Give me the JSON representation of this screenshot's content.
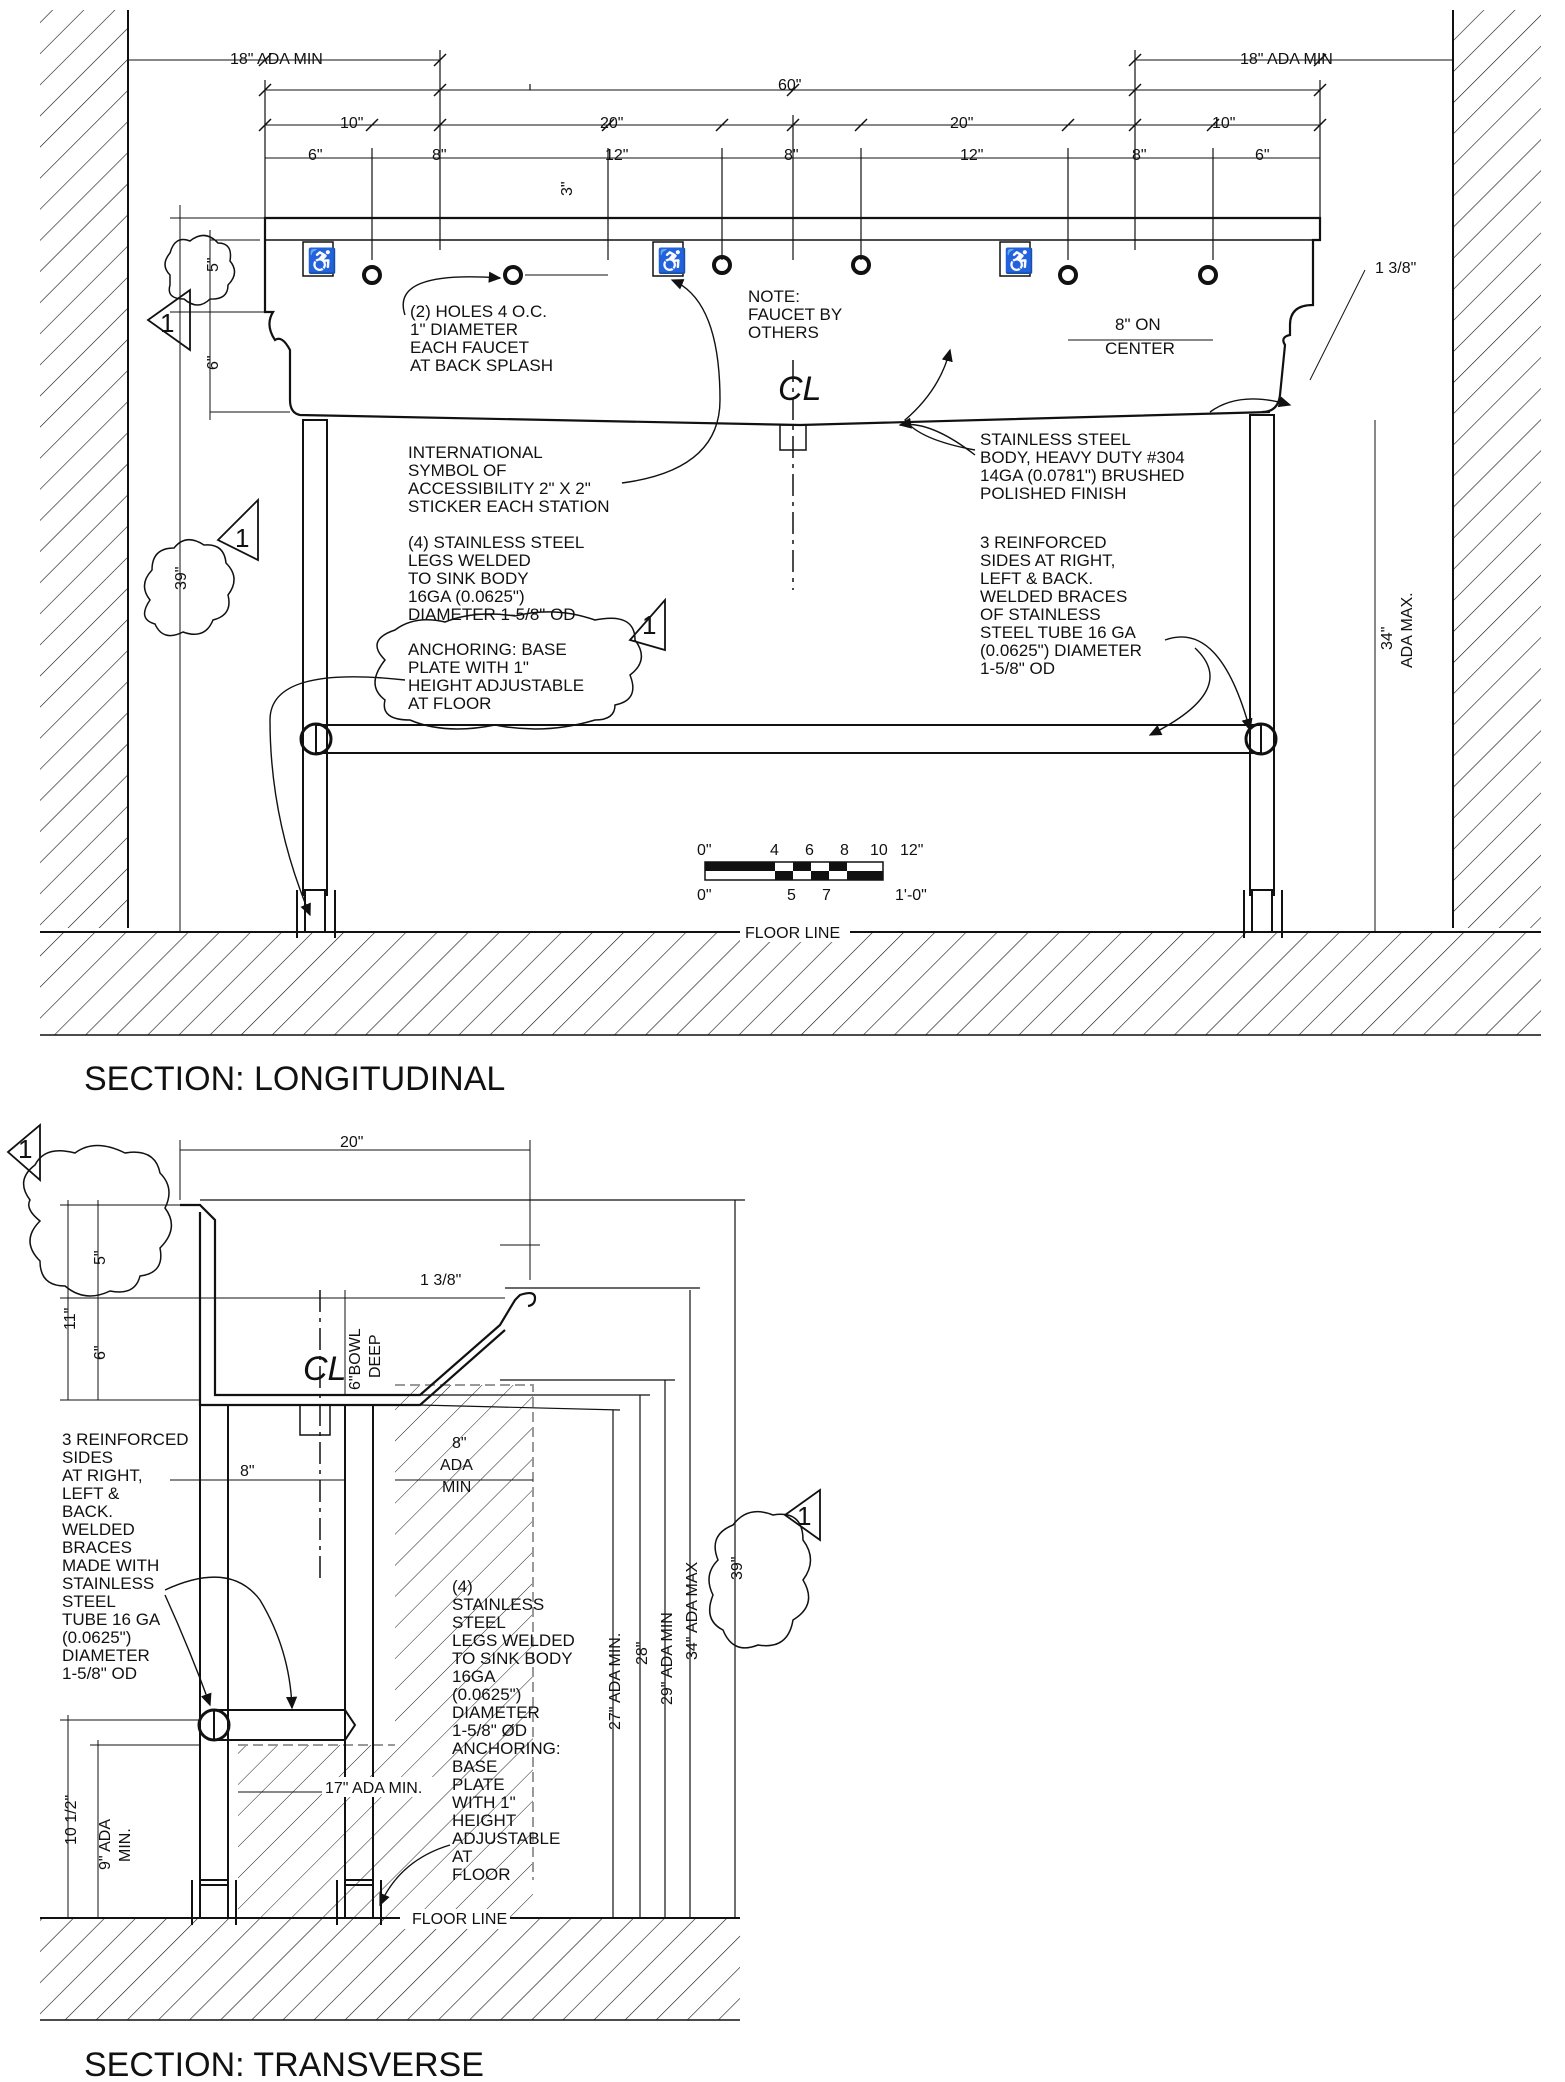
{
  "colors": {
    "line": "#111111",
    "background": "#ffffff",
    "hidden_line": "#999999"
  },
  "longitudinal": {
    "title": "SECTION: LONGITUDINAL",
    "dims": {
      "ada_min_left": "18\" ADA MIN",
      "ada_min_right": "18\" ADA MIN",
      "total": "60\"",
      "seg10_left": "10\"",
      "seg20_left": "20\"",
      "seg20_right": "20\"",
      "seg10_right": "10\"",
      "seg6_left": "6\"",
      "seg8_a": "8\"",
      "seg12_a": "12\"",
      "seg8_b": "8\"",
      "seg12_b": "12\"",
      "seg8_c": "8\"",
      "seg6_right": "6\"",
      "three": "3\"",
      "five": "5\"",
      "six": "6\"",
      "thirtynine": "39\"",
      "one_three_eighths": "1 3/8\"",
      "eight_on_center": "8\" ON\nCENTER",
      "ada_max": "34\"\nADA MAX."
    },
    "notes": {
      "holes": "(2) HOLES 4 O.C.\n1\" DIAMETER\nEACH FAUCET\nAT BACK SPLASH",
      "faucet": "NOTE:\nFAUCET BY\nOTHERS",
      "body": "STAINLESS STEEL\nBODY, HEAVY DUTY #304\n14GA (0.0781\") BRUSHED\nPOLISHED FINISH",
      "symbol": "INTERNATIONAL\nSYMBOL OF\nACCESSIBILITY 2\" X 2\"\nSTICKER EACH STATION",
      "legs": "(4) STAINLESS STEEL\nLEGS WELDED\nTO SINK BODY\n16GA (0.0625\")\nDIAMETER 1-5/8\" OD",
      "anchoring": "ANCHORING: BASE\nPLATE WITH 1\"\nHEIGHT ADJUSTABLE\nAT FLOOR",
      "braces": "3 REINFORCED\nSIDES AT RIGHT,\nLEFT & BACK.\nWELDED BRACES\nOF STAINLESS\nSTEEL TUBE 16 GA\n(0.0625\") DIAMETER\n1-5/8\" OD"
    },
    "floor_line": "FLOOR LINE",
    "scale": {
      "top": [
        "0\"",
        "4",
        "6",
        "8",
        "10",
        "12\""
      ],
      "bottom": [
        "0\"",
        "5",
        "7",
        "1'-0\""
      ]
    },
    "revision": "1",
    "centerline": "CL"
  },
  "transverse": {
    "title": "SECTION: TRANSVERSE",
    "dims": {
      "width": "20\"",
      "one_three_eighths": "1 3/8\"",
      "five": "5\"",
      "six": "6\"",
      "eleven": "11\"",
      "bowl_deep": "6\"BOWL\nDEEP",
      "eight": "8\"",
      "eight_ada": "8\"\nADA\nMIN",
      "seventeen": "17\" ADA MIN.",
      "ten_half": "10 1/2\"",
      "nine_ada": "9\" ADA\nMIN.",
      "twentyseven": "27\" ADA MIN.",
      "twentyeight": "28\"",
      "twentynine": "29\" ADA MIN",
      "thirtyfour": "34\" ADA MAX",
      "thirtynine": "39\""
    },
    "notes": {
      "braces": "3 REINFORCED\nSIDES\nAT RIGHT,\nLEFT &\nBACK.\nWELDED\nBRACES\nMADE WITH\nSTAINLESS\nSTEEL\nTUBE 16 GA\n(0.0625\")\nDIAMETER\n1-5/8\" OD",
      "legs": "(4)\nSTAINLESS\nSTEEL\nLEGS WELDED\nTO SINK BODY\n16GA\n(0.0625\")\nDIAMETER\n1-5/8\" ØD\nANCHORING:\nBASE\nPLATE\nWITH 1\"\nHEIGHT\nADJUSTABLE\nAT\nFLOOR"
    },
    "floor_line": "FLOOR LINE",
    "revision": "1",
    "centerline": "CL"
  }
}
